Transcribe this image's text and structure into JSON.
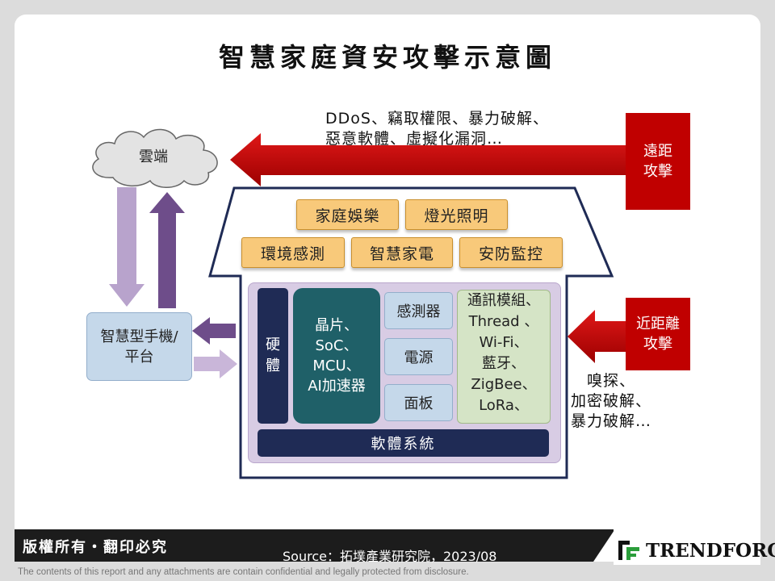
{
  "title": "智慧家庭資安攻擊示意圖",
  "cloud_label": "雲端",
  "remote_attack": {
    "label_line1": "遠距",
    "label_line2": "攻擊",
    "text_line1": "DDoS、竊取權限、暴力破解、",
    "text_line2": "惡意軟體、虛擬化漏洞…",
    "color": "#c00000"
  },
  "near_attack": {
    "label_line1": "近距離",
    "label_line2": "攻擊",
    "text_line1": "嗅探、",
    "text_line2": "加密破解、",
    "text_line3": "暴力破解…"
  },
  "house": {
    "apps_row1": [
      "家庭娛樂",
      "燈光照明"
    ],
    "apps_row2": [
      "環境感測",
      "智慧家電",
      "安防監控"
    ],
    "hardware_line1": "硬",
    "hardware_line2": "體",
    "chip_lines": [
      "晶片、",
      "SoC、",
      "MCU、",
      "AI加速器"
    ],
    "modules": [
      "感測器",
      "電源",
      "面板"
    ],
    "comm_lines": [
      "通訊模組、",
      "Thread 、",
      "Wi-Fi、",
      "藍牙、",
      "ZigBee、",
      "LoRa、"
    ],
    "software": "軟體系統"
  },
  "phone": {
    "line1": "智慧型手機/",
    "line2": "平台"
  },
  "footer": {
    "copyright": "版權所有・翻印必究",
    "source": "Source：拓墣產業研究院，2023/08",
    "logo": "TRENDFORCE",
    "disclaimer": "The contents of this report and any attachments are contain confidential and legally protected from disclosure."
  }
}
